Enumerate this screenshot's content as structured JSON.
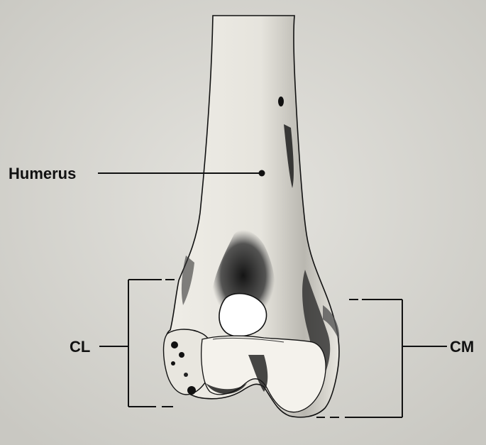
{
  "figure": {
    "labels": {
      "humerus": "Humerus",
      "cl": "CL",
      "cm": "CM"
    },
    "colors": {
      "ink": "#111111",
      "bone_fill": "#f2f0ea",
      "shadow": "#2a2a2a",
      "paper": "#d9d8d3"
    }
  }
}
